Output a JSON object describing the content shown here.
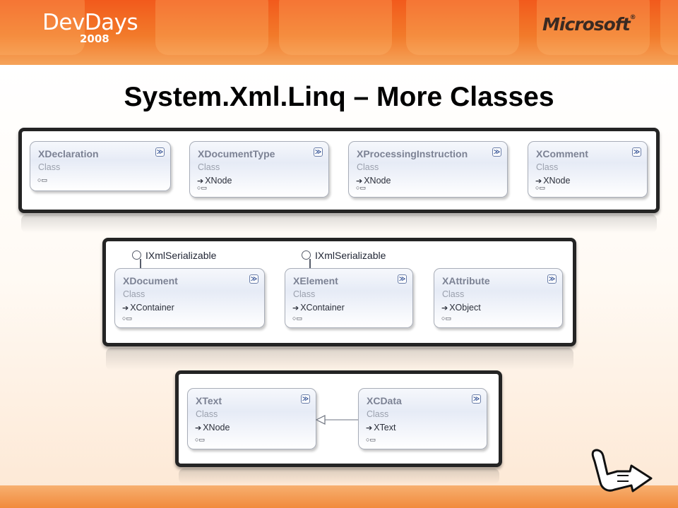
{
  "header": {
    "logo_devdays": "DevDays",
    "logo_year": "2008",
    "logo_microsoft": "Microsoft"
  },
  "title": "System.Xml.Linq – More Classes",
  "icons": {
    "collapse": "double-chevron-down-icon",
    "inherits_arrow": "inheritance-arrow-icon",
    "interface": "lollipop-interface-icon",
    "pointer": "hand-pointer-icon"
  },
  "colors": {
    "banner": "#f2651f",
    "panel_border": "#242424",
    "class_name": "#7c8294"
  },
  "panels": [
    {
      "classes": [
        {
          "name": "XDeclaration",
          "kind": "Class",
          "base": ""
        },
        {
          "name": "XDocumentType",
          "kind": "Class",
          "base": "XNode"
        },
        {
          "name": "XProcessingInstruction",
          "kind": "Class",
          "base": "XNode"
        },
        {
          "name": "XComment",
          "kind": "Class",
          "base": "XNode"
        }
      ]
    },
    {
      "interfaces": [
        "IXmlSerializable",
        "IXmlSerializable"
      ],
      "classes": [
        {
          "name": "XDocument",
          "kind": "Class",
          "base": "XContainer"
        },
        {
          "name": "XElement",
          "kind": "Class",
          "base": "XContainer"
        },
        {
          "name": "XAttribute",
          "kind": "Class",
          "base": "XObject"
        }
      ]
    },
    {
      "classes": [
        {
          "name": "XText",
          "kind": "Class",
          "base": "XNode"
        },
        {
          "name": "XCData",
          "kind": "Class",
          "base": "XText"
        }
      ]
    }
  ]
}
